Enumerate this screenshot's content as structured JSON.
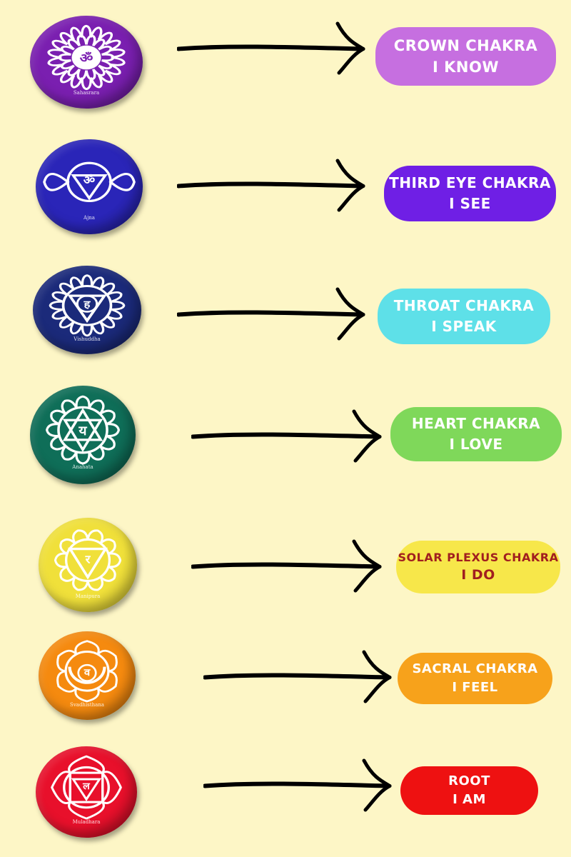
{
  "chakras": [
    {
      "name": "CROWN CHAKRA",
      "affirmation": "I KNOW",
      "disc_label": "Sahasrara",
      "disc_color": "#7a1fb0",
      "pill_color": "#c66fe0",
      "text_color": "#ffffff",
      "symbol": "thousand-petal-lotus"
    },
    {
      "name": "THIRD EYE CHAKRA",
      "affirmation": "I SEE",
      "disc_label": "Ajna",
      "disc_color": "#2a25b8",
      "pill_color": "#6f1fe5",
      "text_color": "#ffffff",
      "symbol": "two-petal-lotus"
    },
    {
      "name": "THROAT CHAKRA",
      "affirmation": "I SPEAK",
      "disc_label": "Vishuddha",
      "disc_color": "#1b2a7a",
      "pill_color": "#5ee0e8",
      "text_color": "#ffffff",
      "symbol": "sixteen-petal-lotus"
    },
    {
      "name": "HEART CHAKRA",
      "affirmation": "I LOVE",
      "disc_label": "Anahata",
      "disc_color": "#0f6e58",
      "pill_color": "#7fd85a",
      "text_color": "#ffffff",
      "symbol": "hexagram-lotus"
    },
    {
      "name": "SOLAR PLEXUS CHAKRA",
      "affirmation": "I DO",
      "disc_label": "Manipura",
      "disc_color": "#f0e03a",
      "pill_color": "#f7e74a",
      "text_color": "#a11f1f",
      "symbol": "triangle-lotus"
    },
    {
      "name": "SACRAL CHAKRA",
      "affirmation": "I FEEL",
      "disc_label": "Svadhisthana",
      "disc_color": "#f58a0f",
      "pill_color": "#f7a21b",
      "text_color": "#ffffff",
      "symbol": "crescent-lotus"
    },
    {
      "name": "ROOT",
      "affirmation": "I AM",
      "disc_label": "Muladhara",
      "disc_color": "#e8102b",
      "pill_color": "#ee1111",
      "text_color": "#ffffff",
      "symbol": "square-lotus"
    }
  ]
}
